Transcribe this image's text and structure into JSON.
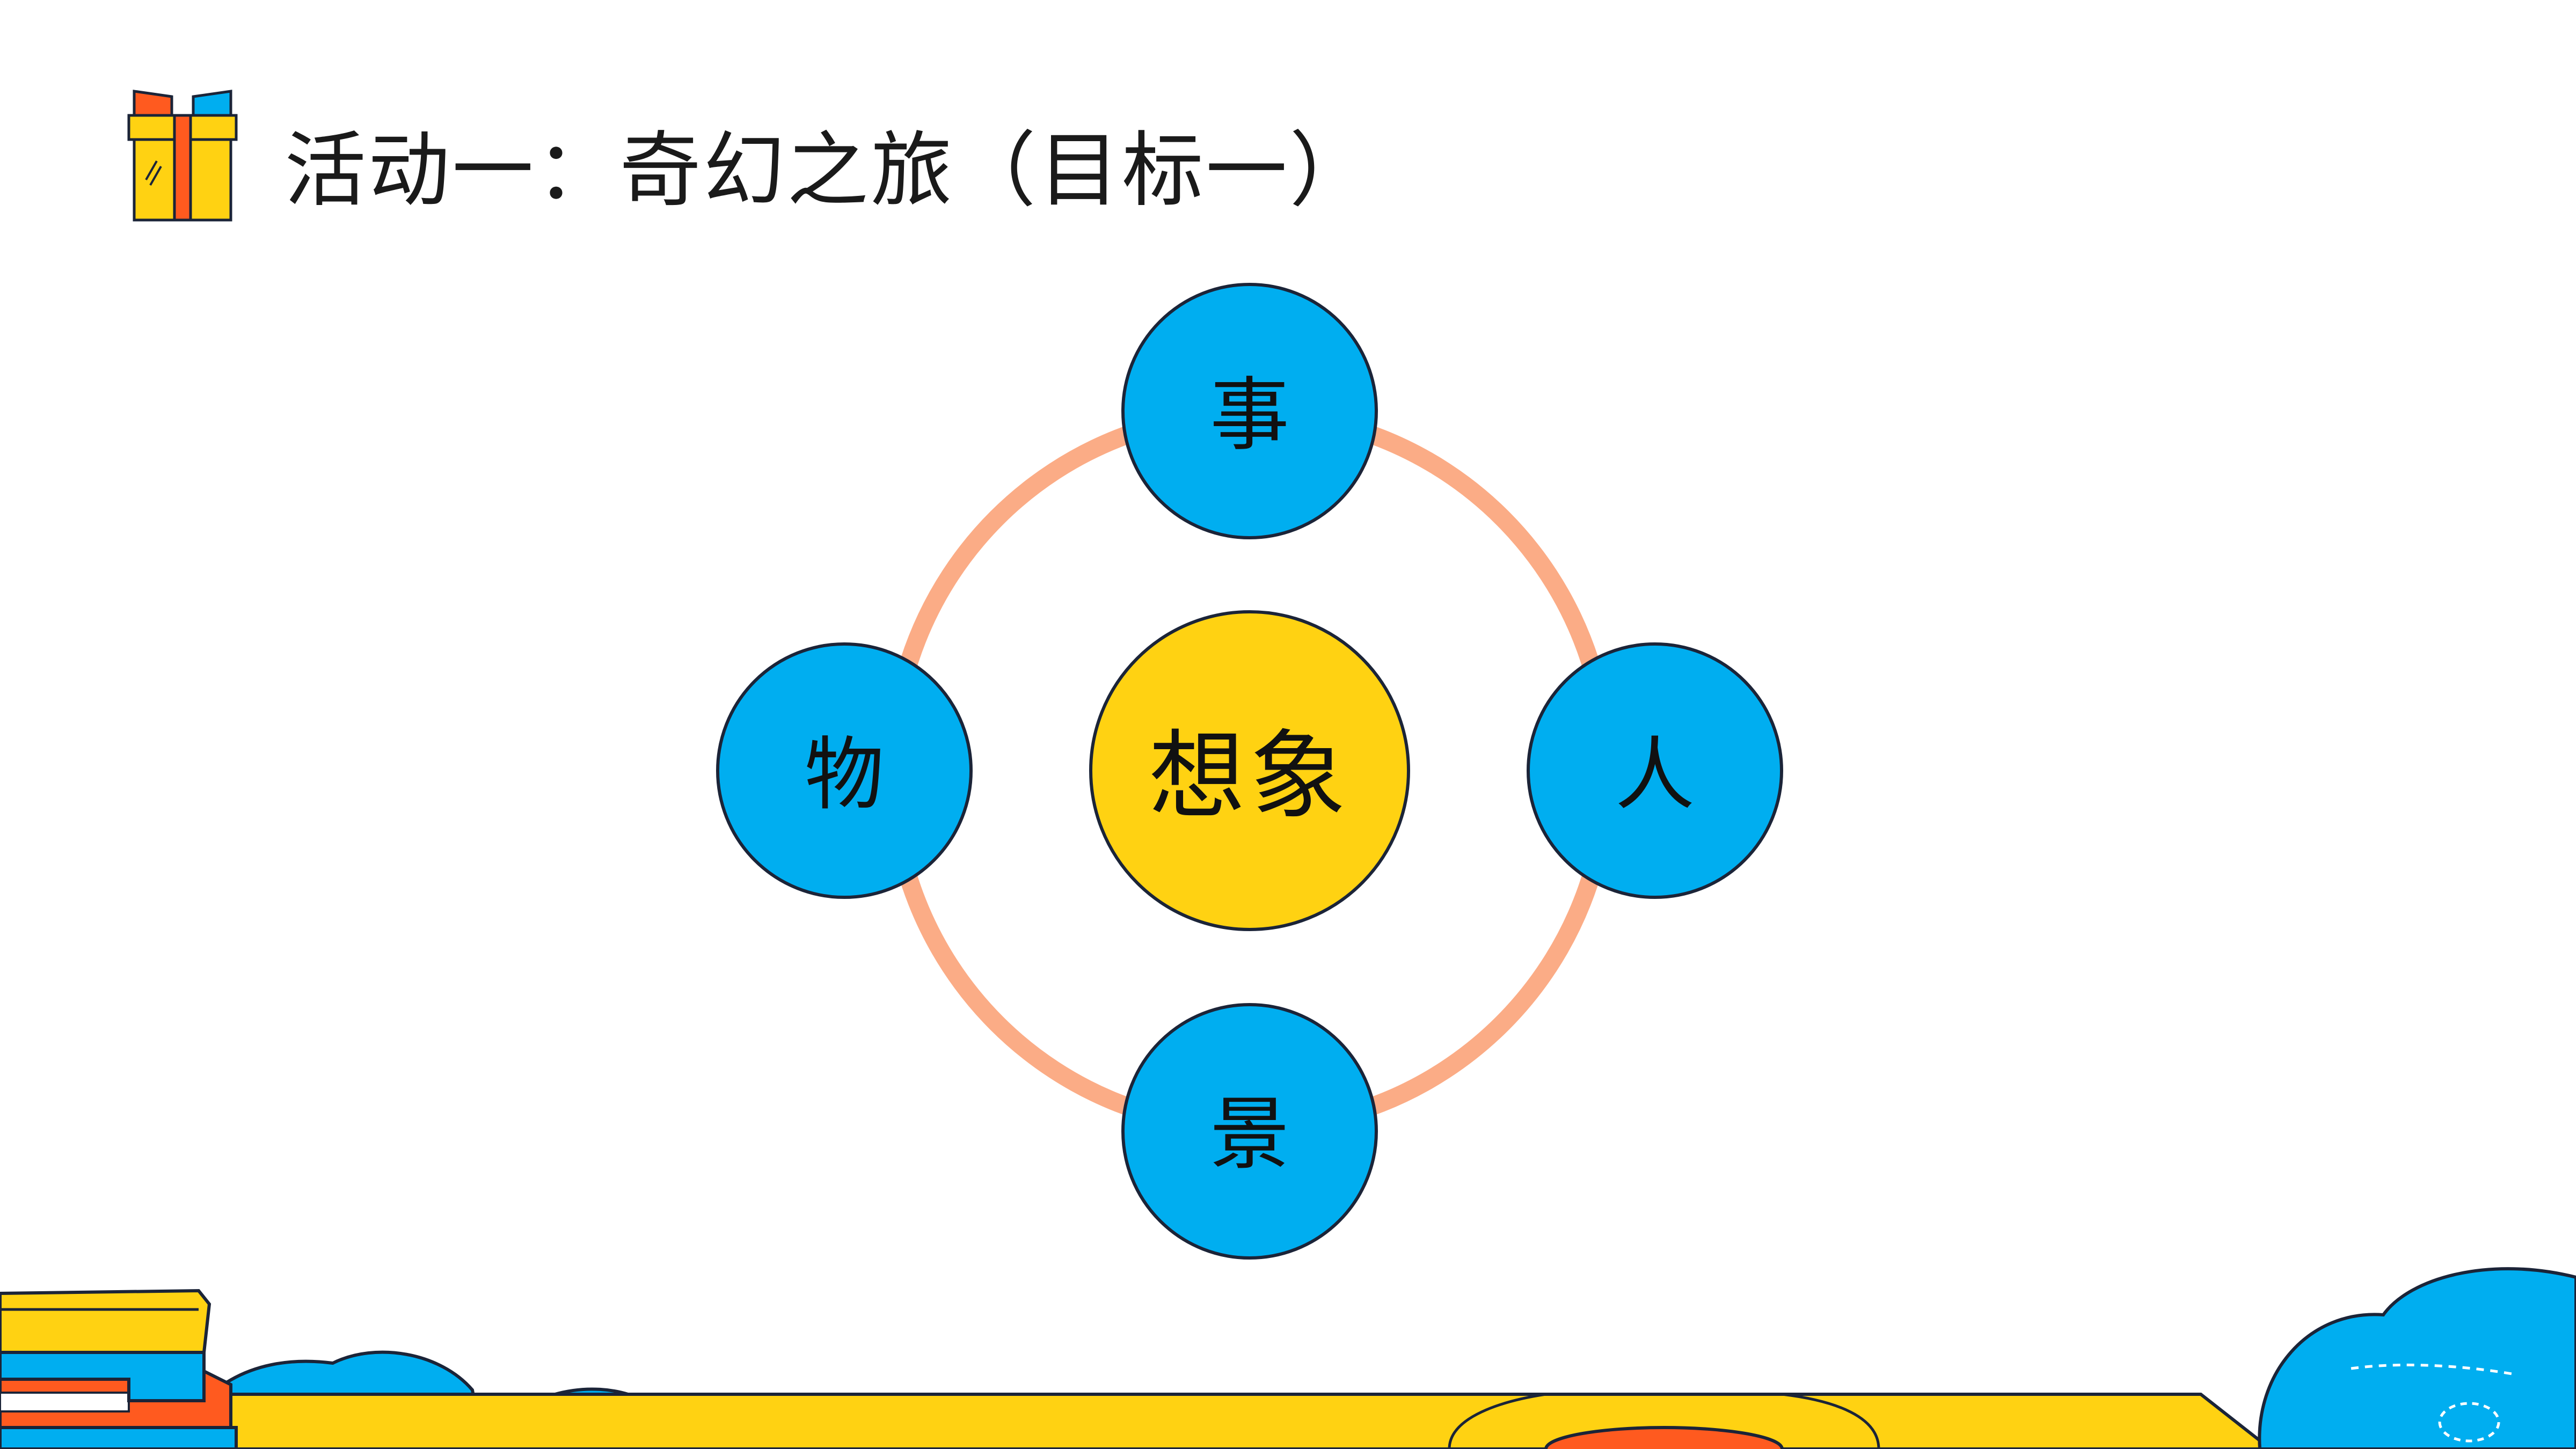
{
  "title": "活动一：奇幻之旅（目标一）",
  "diagram": {
    "center": {
      "label": "想象",
      "color": "#FFD212"
    },
    "nodes": [
      {
        "id": "top",
        "label": "事"
      },
      {
        "id": "right",
        "label": "人"
      },
      {
        "id": "bottom",
        "label": "景"
      },
      {
        "id": "left",
        "label": "物"
      }
    ],
    "node_color": "#00AEF0",
    "ring_color": "#FBAC86"
  },
  "colors": {
    "yellow": "#FFD212",
    "blue": "#00AEF0",
    "orange": "#FF5A1F",
    "peach": "#FBAC86",
    "outline": "#1B2438"
  }
}
